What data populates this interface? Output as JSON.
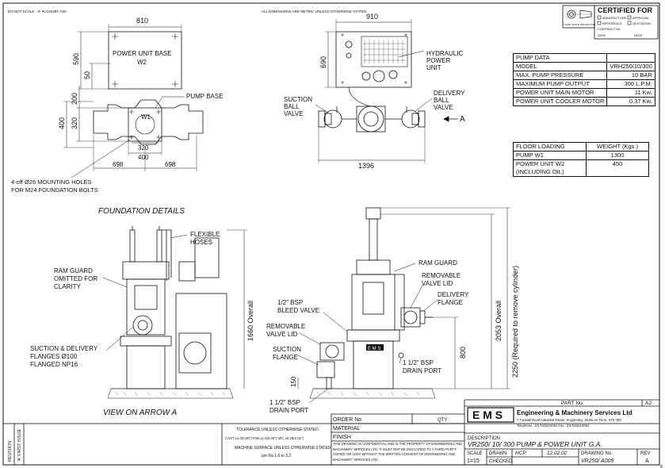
{
  "header": {
    "do_not_scale": "DO NOT SCALE - IF IN DOUBT ASK",
    "dimensions_note": "ALL DIMENSIONS ARE METRIC UNLESS OTHERWISE STATED",
    "third_angle": "THIRD ANGLE PROJECTION"
  },
  "certified": {
    "title": "CERTIFIED FOR",
    "options": [
      "MANUFACTURE",
      "APPROVAL",
      "REFERENCE",
      "QUOTATION"
    ],
    "contract_no": "CONTRACT No.",
    "sign": "SIGN",
    "date": "DATE"
  },
  "pump_data": {
    "rows": [
      [
        "PUMP DATA",
        ""
      ],
      [
        "MODEL",
        "VRH250/10/300"
      ],
      [
        "MAX. PUMP PRESSURE",
        "10 BAR"
      ],
      [
        "MAXIMUM PUMP OUTPUT",
        "300 L.P.M."
      ],
      [
        "POWER UNIT MAIN MOTOR",
        "11 Kw."
      ],
      [
        "POWER UNIT COOLER MOTOR",
        "0.37 Kw."
      ]
    ]
  },
  "floor_loading": {
    "header": [
      "FLOOR LOADING",
      "WEIGHT (Kgs.)"
    ],
    "rows": [
      [
        "PUMP  W1",
        "1300"
      ],
      [
        "POWER UNIT  W2",
        "450"
      ],
      [
        "(INCLUDING OIL)",
        ""
      ]
    ]
  },
  "foundation": {
    "dim_810": "810",
    "power_unit_base": "POWER UNIT BASE",
    "w2": "W2",
    "dim_590": "590",
    "dim_50": "50",
    "dim_200": "200",
    "pump_base": "PUMP BASE",
    "dim_400": "400",
    "dim_320": "320",
    "w1": "W1",
    "dim_320b": "320",
    "dim_400b": "400",
    "dim_698a": "698",
    "dim_698b": "698",
    "holes_note_1": "4-off Ø26 MOUNTING HOLES",
    "holes_note_2": "FOR M24 FOUNDATION BOLTS",
    "title": "FOUNDATION DETAILS"
  },
  "plan": {
    "dim_910": "910",
    "dim_690": "690",
    "hydraulic_1": "HYDRAULIC",
    "hydraulic_2": "POWER",
    "hydraulic_3": "UNIT",
    "suction_1": "SUCTION",
    "suction_2": "BALL",
    "suction_3": "VALVE",
    "delivery_1": "DELIVERY",
    "delivery_2": "BALL",
    "delivery_3": "VALVE",
    "arrow_a": "A",
    "dim_1396": "1396"
  },
  "elev_left": {
    "flexible_1": "FLEXIBLE",
    "flexible_2": "HOSES",
    "ram_1": "RAM GUARD",
    "ram_2": "OMITTED FOR",
    "ram_3": "CLARITY",
    "dim_1660": "1660 Overall",
    "flanges_1": "SUCTION & DELIVERY",
    "flanges_2": "FLANGES Ø100",
    "flanges_3": "FLANGED NP16",
    "title": "VIEW ON ARROW A"
  },
  "elev_right": {
    "ram_guard": "RAM GUARD",
    "removable_1": "REMOVABLE",
    "removable_2": "VALVE LID",
    "delivery_1": "DELIVERY",
    "delivery_2": "FLANGE",
    "bleed_1": "1/2\" BSP",
    "bleed_2": "BLEED VALVE",
    "removable_b1": "REMOVABLE",
    "removable_b2": "VALVE LID",
    "suction_1": "SUCTION",
    "suction_2": "FLANGE",
    "drain_1": "1 1/2\" BSP",
    "drain_2": "DRAIN PORT",
    "drain_b1": "1 1/2\" BSP",
    "drain_b2": "DRAIN PORT",
    "ems_plate": "E M S",
    "dim_150": "150",
    "dim_800": "800",
    "dim_2053": "2053 Overall",
    "dim_2250": "2250 (Required to remove cylinder)"
  },
  "title_block": {
    "part_no": "PART No.",
    "a2": "A2",
    "revision": "REVISION",
    "first_issue": "'A' FIRST ISSUE",
    "tolerance": "TOLERANCE UNLESS OTHERWISE STATED",
    "tolerance_values": "CAST ±1.0(0.06\")  FAB ±1.5(0.06\")  M/C ±0.25(0.01\")",
    "surface": "MACHINE SURFACE UNLESS OTHERWISE STATED",
    "surface_value": "μm Ra  1.6 to 3.2",
    "order_no": "ORDER No",
    "qty": "QTY :",
    "material": "MATERIAL",
    "finish": "FINISH",
    "confidential": "THIS DRAWING IS CONFIDENTIAL AND IS THE PROPERTY OF ENGINEERING AND MACHINERY SERVICES LTD. IT MUST NOT BE DISCLOSED TO A THIRD PARTY COPIED OR LENT WITHOUT THE WRITTEN CONSENT OF ENGINEERING AND MACHINERY SERVICES LTD.",
    "logo": "E M S",
    "company": "Engineering & Machinery Services Ltd",
    "address": "7 Tunstall Road Industrial Estate, Knypersley, Stoke-on-Trent, ST8 7BG",
    "telephone": "Telephone : (01782)510051  Fax : (01782)510052",
    "description_label": "DESCRIPTION",
    "description": "VR250/ 10/ 300 PUMP & POWER UNIT G.A.",
    "scale_label": "SCALE",
    "scale": "1=15",
    "drawn_label": "DRAWN",
    "drawn": "HCP",
    "checked_label": "CHECKED",
    "date": "12.02.02",
    "drawing_no_label": "DRAWING No.",
    "drawing_no": "VR250/ A005",
    "rev_label": "REV",
    "rev": "A",
    "side_note": "8"
  }
}
